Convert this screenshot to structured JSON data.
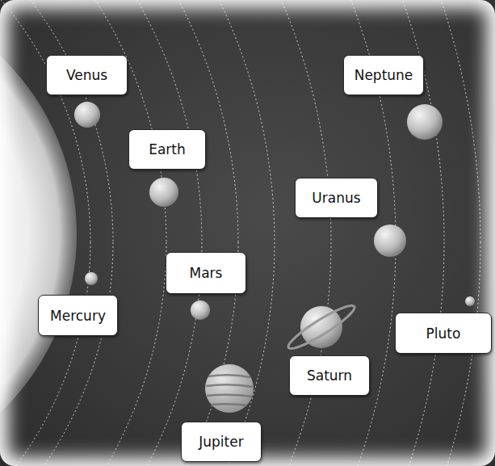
{
  "diagram": {
    "nodes": [
      {
        "text": [
          "Venus"
        ]
      },
      {
        "text": [
          "Neptune"
        ]
      },
      {
        "text": [
          "Earth"
        ]
      },
      {
        "text": [
          "Uranus"
        ]
      },
      {
        "text": [
          "Mars"
        ]
      },
      {
        "text": [
          "Mercury"
        ]
      },
      {
        "text": [
          "Pluto"
        ]
      },
      {
        "text": [
          "Saturn"
        ]
      },
      {
        "text": [
          "Jupiter"
        ]
      }
    ]
  }
}
